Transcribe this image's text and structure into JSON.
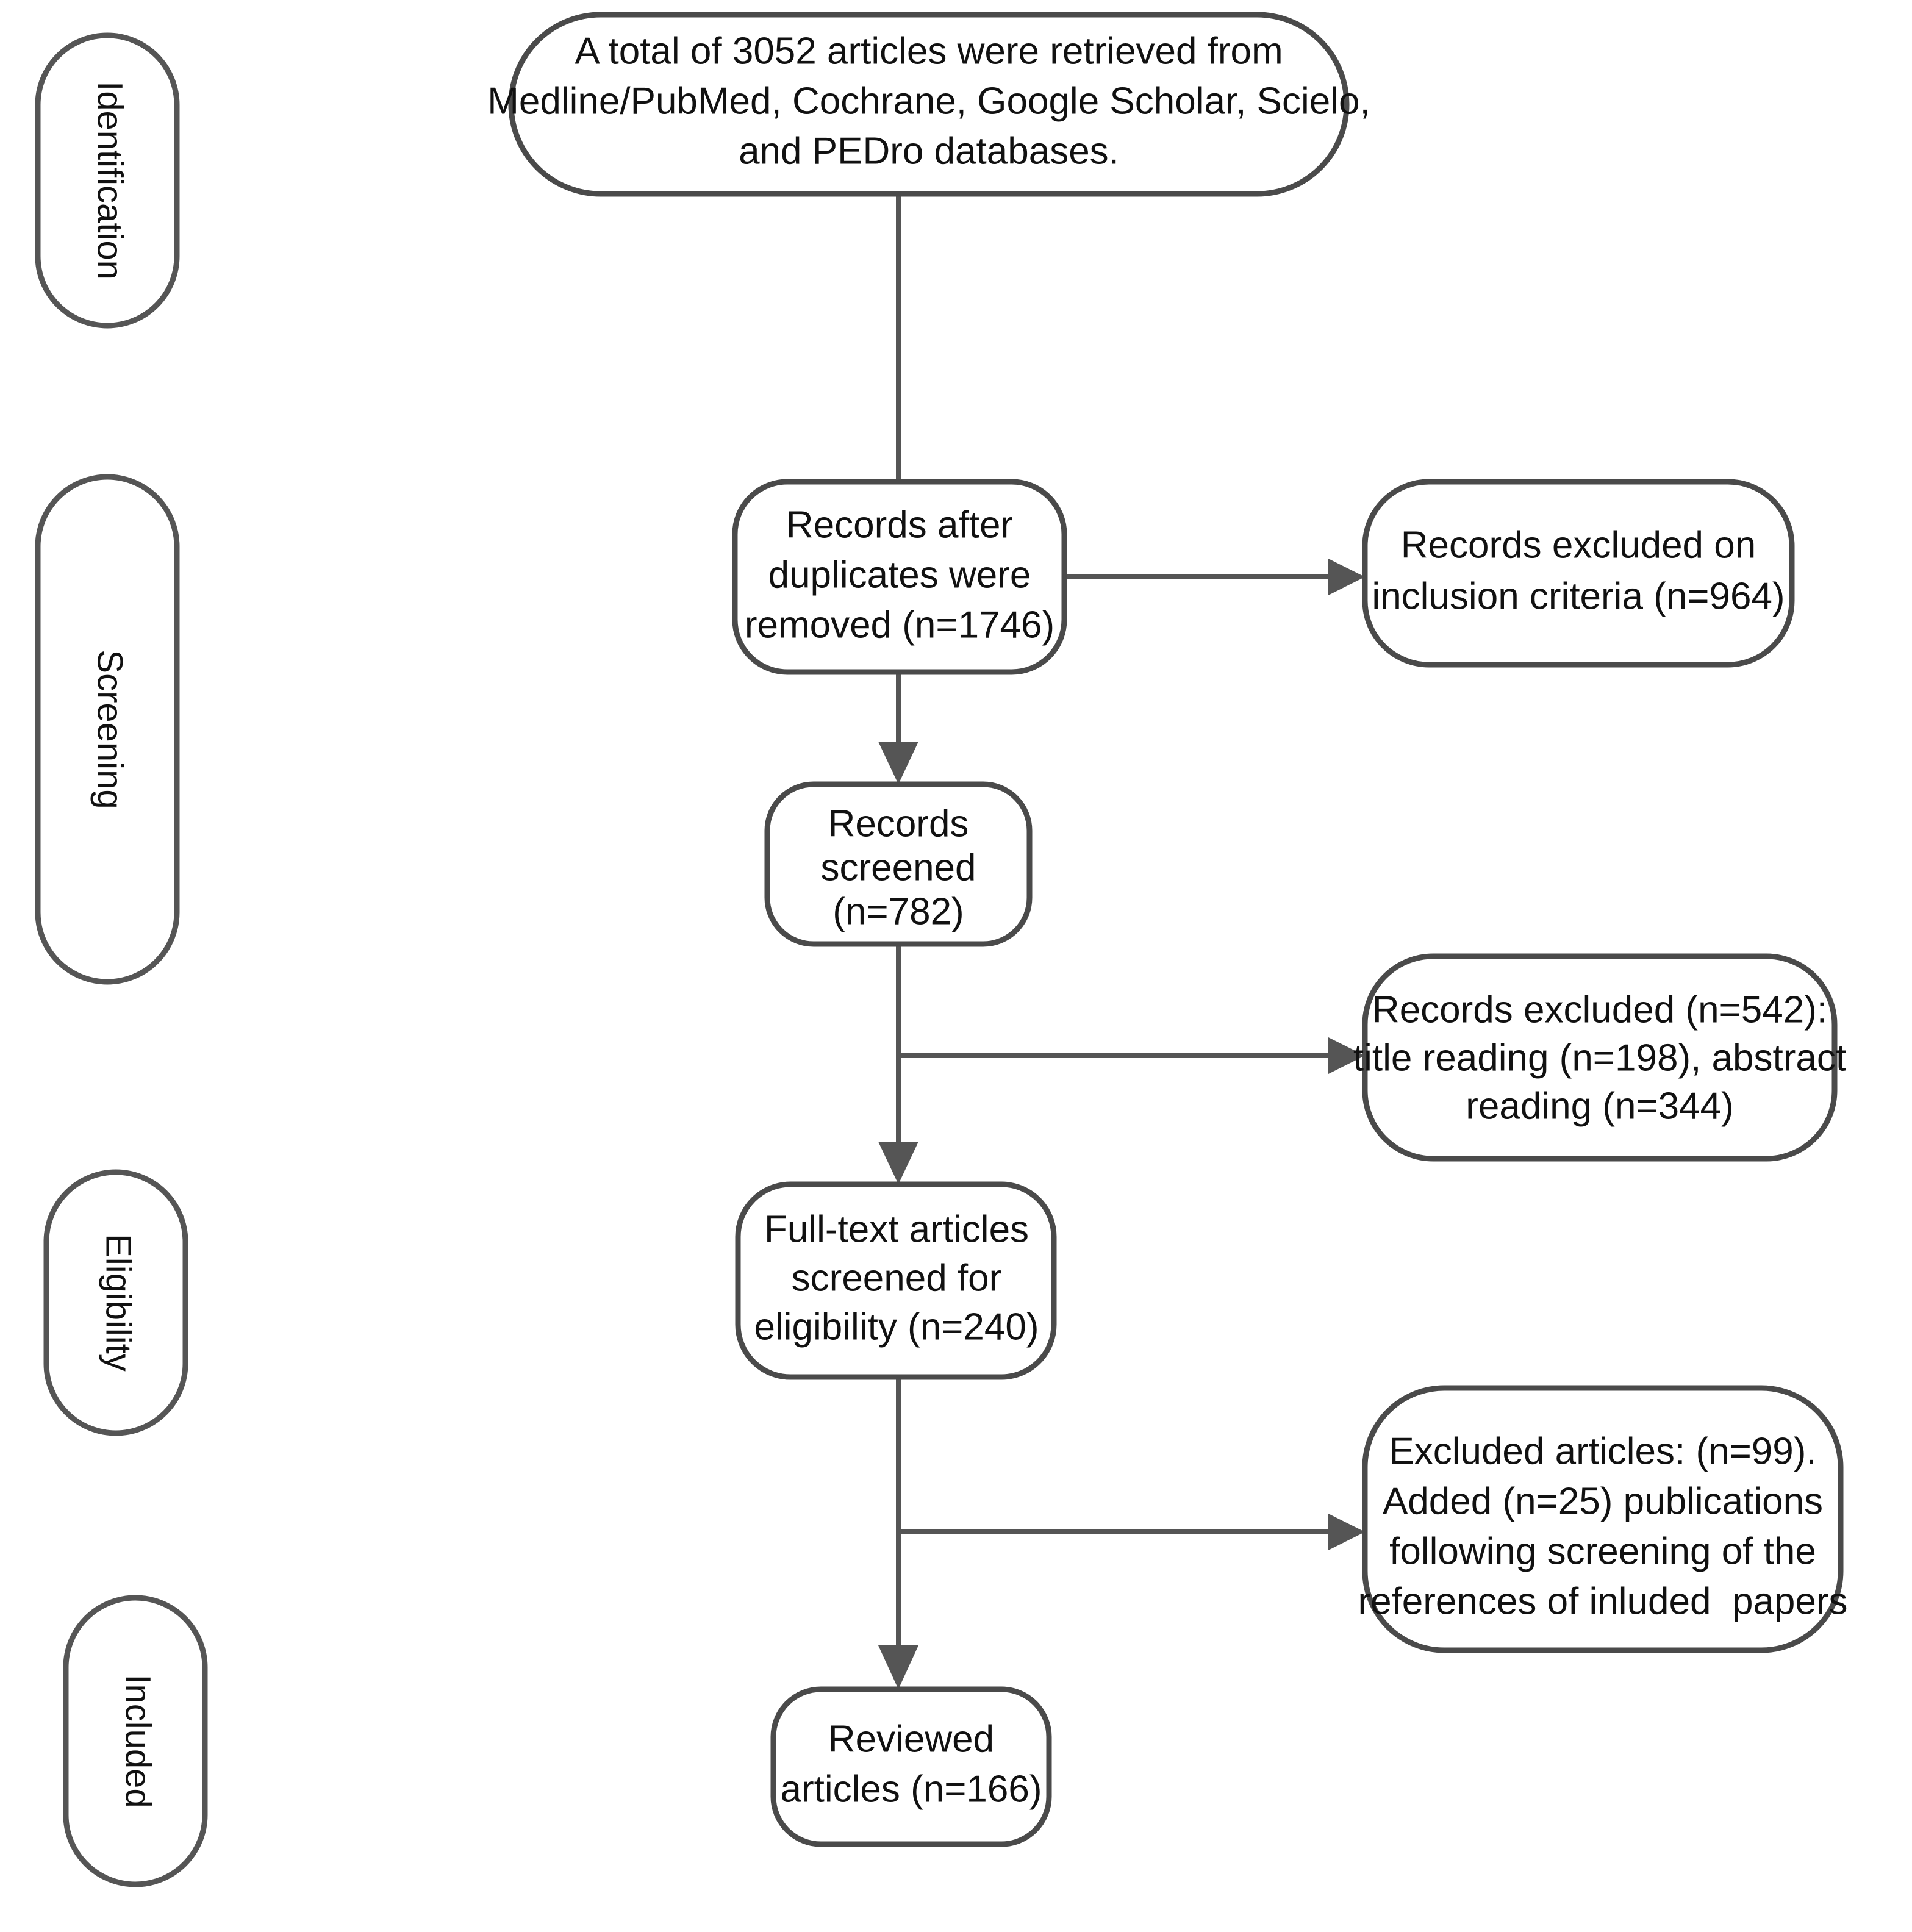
{
  "diagram": {
    "type": "prisma-flow-diagram",
    "title": "PRISMA study selection flow diagram",
    "stroke_color": "#4a4a4a",
    "text_color": "#111111",
    "background_color": "#ffffff"
  },
  "stages": [
    {
      "id": "identification",
      "label": "Identification"
    },
    {
      "id": "screening",
      "label": "Screening"
    },
    {
      "id": "eligibility",
      "label": "Eligibility"
    },
    {
      "id": "included",
      "label": "Included"
    }
  ],
  "nodes": {
    "retrieved": {
      "id": "retrieved",
      "lines": [
        "A total of 3052 articles were retrieved from",
        "Medline/PubMed, Cochrane, Google Scholar, Scielo,",
        "and PEDro databases."
      ],
      "count": 3052
    },
    "after_duplicates": {
      "id": "after_duplicates",
      "lines": [
        "Records after",
        "duplicates were",
        "removed (n=1746)"
      ],
      "count": 1746
    },
    "excluded_inclusion_criteria": {
      "id": "excluded_inclusion_criteria",
      "lines": [
        "Records excluded on",
        "inclusion criteria (n=964)"
      ],
      "count": 964
    },
    "records_screened": {
      "id": "records_screened",
      "lines": [
        "Records",
        "screened",
        "(n=782)"
      ],
      "count": 782
    },
    "records_excluded_reading": {
      "id": "records_excluded_reading",
      "lines": [
        "Records excluded (n=542):",
        "title reading (n=198), abstract",
        "reading (n=344)"
      ],
      "count": 542,
      "title_reading": 198,
      "abstract_reading": 344
    },
    "fulltext_screened": {
      "id": "fulltext_screened",
      "lines": [
        "Full-text articles",
        "screened for",
        "eligibility (n=240)"
      ],
      "count": 240
    },
    "excluded_articles_added": {
      "id": "excluded_articles_added",
      "lines": [
        "Excluded articles: (n=99).",
        "Added (n=25) publications",
        "following screening of the",
        "references of inluded  papers"
      ],
      "excluded_count": 99,
      "added_count": 25
    },
    "reviewed": {
      "id": "reviewed",
      "lines": [
        "Reviewed",
        "articles (n=166)"
      ],
      "count": 166
    }
  },
  "chart_data": {
    "type": "table",
    "title": "PRISMA flow counts",
    "categories": [
      "Retrieved",
      "After duplicates removed",
      "Excluded on inclusion criteria",
      "Records screened",
      "Records excluded (title/abstract)",
      "Full-text screened for eligibility",
      "Excluded full-text articles",
      "Added from reference screening",
      "Reviewed articles"
    ],
    "values": [
      3052,
      1746,
      964,
      782,
      542,
      240,
      99,
      25,
      166
    ]
  }
}
